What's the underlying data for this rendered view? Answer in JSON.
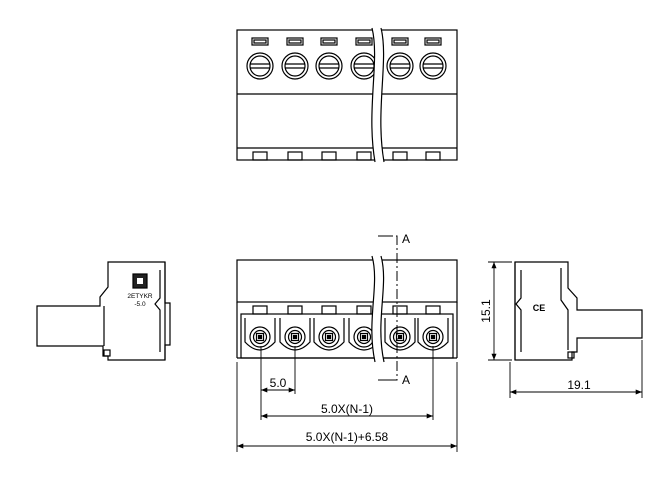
{
  "drawing": {
    "section_marker_top": "A",
    "section_marker_bottom": "A",
    "side_label_line1": "2ETYKR",
    "side_label_line2": "-5.0",
    "ce_mark": "CE",
    "dimensions": {
      "pitch": "5.0",
      "span": "5.0X(N-1)",
      "total_length": "5.0X(N-1)+6.58",
      "height": "15.1",
      "depth": "19.1"
    }
  }
}
